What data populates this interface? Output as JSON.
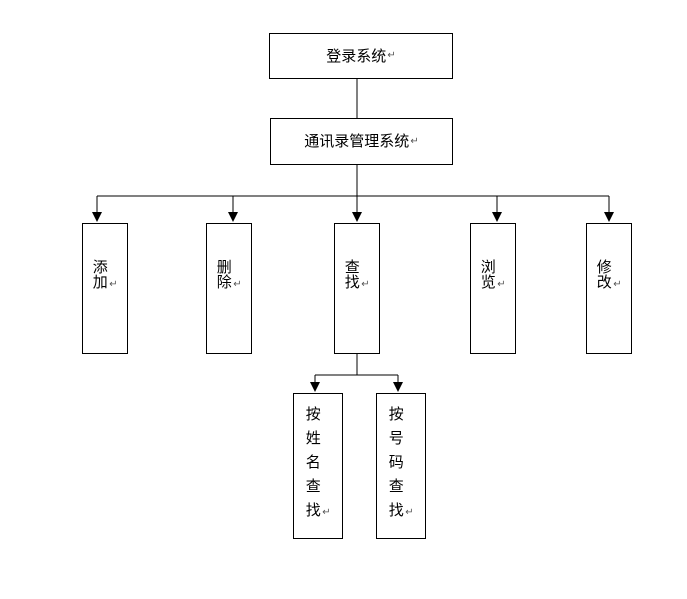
{
  "diagram": {
    "login": "登录系统",
    "system": "通讯录管理系统",
    "functions": [
      "添加",
      "删除",
      "查找",
      "浏览",
      "修改"
    ],
    "search_modes": [
      "按姓名查找",
      "按号码查找"
    ],
    "para_mark": "↵"
  }
}
